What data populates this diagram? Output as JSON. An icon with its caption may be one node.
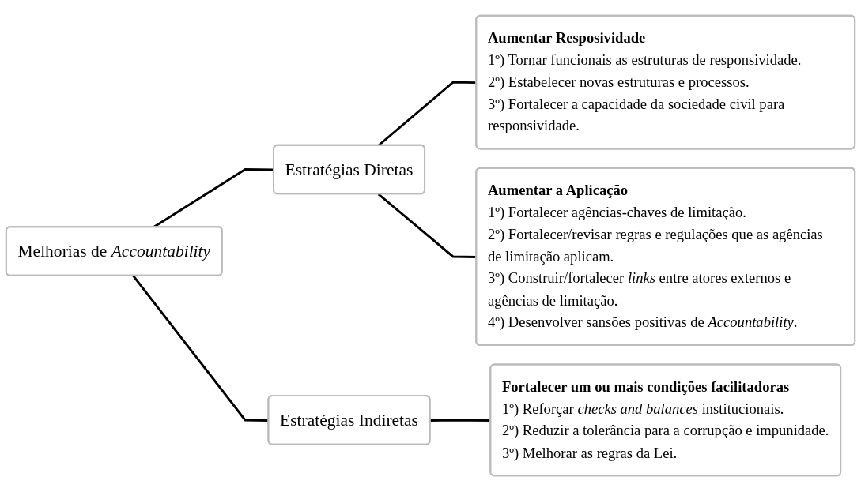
{
  "diagram": {
    "nodes": [
      {
        "text": [
          "Melhorias de *Accountability*"
        ]
      },
      {
        "text": [
          "Estratégias Diretas"
        ]
      },
      {
        "text": [
          "Estratégias Indiretas"
        ]
      },
      {
        "text": [
          "Aumentar Resposividade",
          "1º) Tornar funcionais as estruturas de responsividade.",
          "2º) Estabelecer novas estruturas e processos.",
          "3º) Fortalecer a capacidade da sociedade civil para responsividade."
        ]
      },
      {
        "text": [
          "Aumentar a Aplicação",
          "1º) Fortalecer agências-chaves de limitação.",
          "2º) Fortalecer/revisar regras e regulações que as agências de limitação aplicam.",
          "3º) Construir/fortalecer *links* entre atores externos e agências de limitação.",
          "4º) Desenvolver sansões positivas de *Accountability*."
        ]
      },
      {
        "text": [
          "Fortalecer um ou mais condições facilitadoras",
          "1º) Reforçar *checks and balances* institucionais.",
          "2º) Reduzir a tolerância para a corrupção e impunidade.",
          "3º) Melhorar as regras da Lei."
        ]
      }
    ],
    "edges": [
      {
        "from": 0,
        "to": 1,
        "arrow": "none"
      },
      {
        "from": 0,
        "to": 2,
        "arrow": "none"
      },
      {
        "from": 1,
        "to": 3,
        "arrow": "none"
      },
      {
        "from": 1,
        "to": 4,
        "arrow": "none"
      },
      {
        "from": 2,
        "to": 5,
        "arrow": "none"
      }
    ]
  }
}
